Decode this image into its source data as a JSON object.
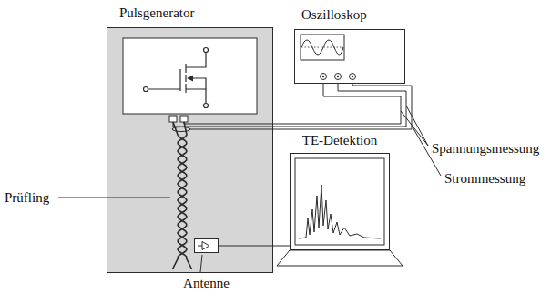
{
  "diagram": {
    "nodes": [
      {
        "text": [
          "Pulsgenerator"
        ]
      },
      {
        "text": [
          "Antenne"
        ],
        "in": 0
      },
      {
        "text": [
          "Oszilloskop"
        ]
      },
      {
        "text": [
          "TE-Detektion"
        ]
      }
    ],
    "edges": [
      {
        "from": 1,
        "to": 3,
        "arrow": "none"
      }
    ],
    "labels": [
      "Prüfling",
      "Spannungsmessung",
      "Strommessung"
    ]
  }
}
